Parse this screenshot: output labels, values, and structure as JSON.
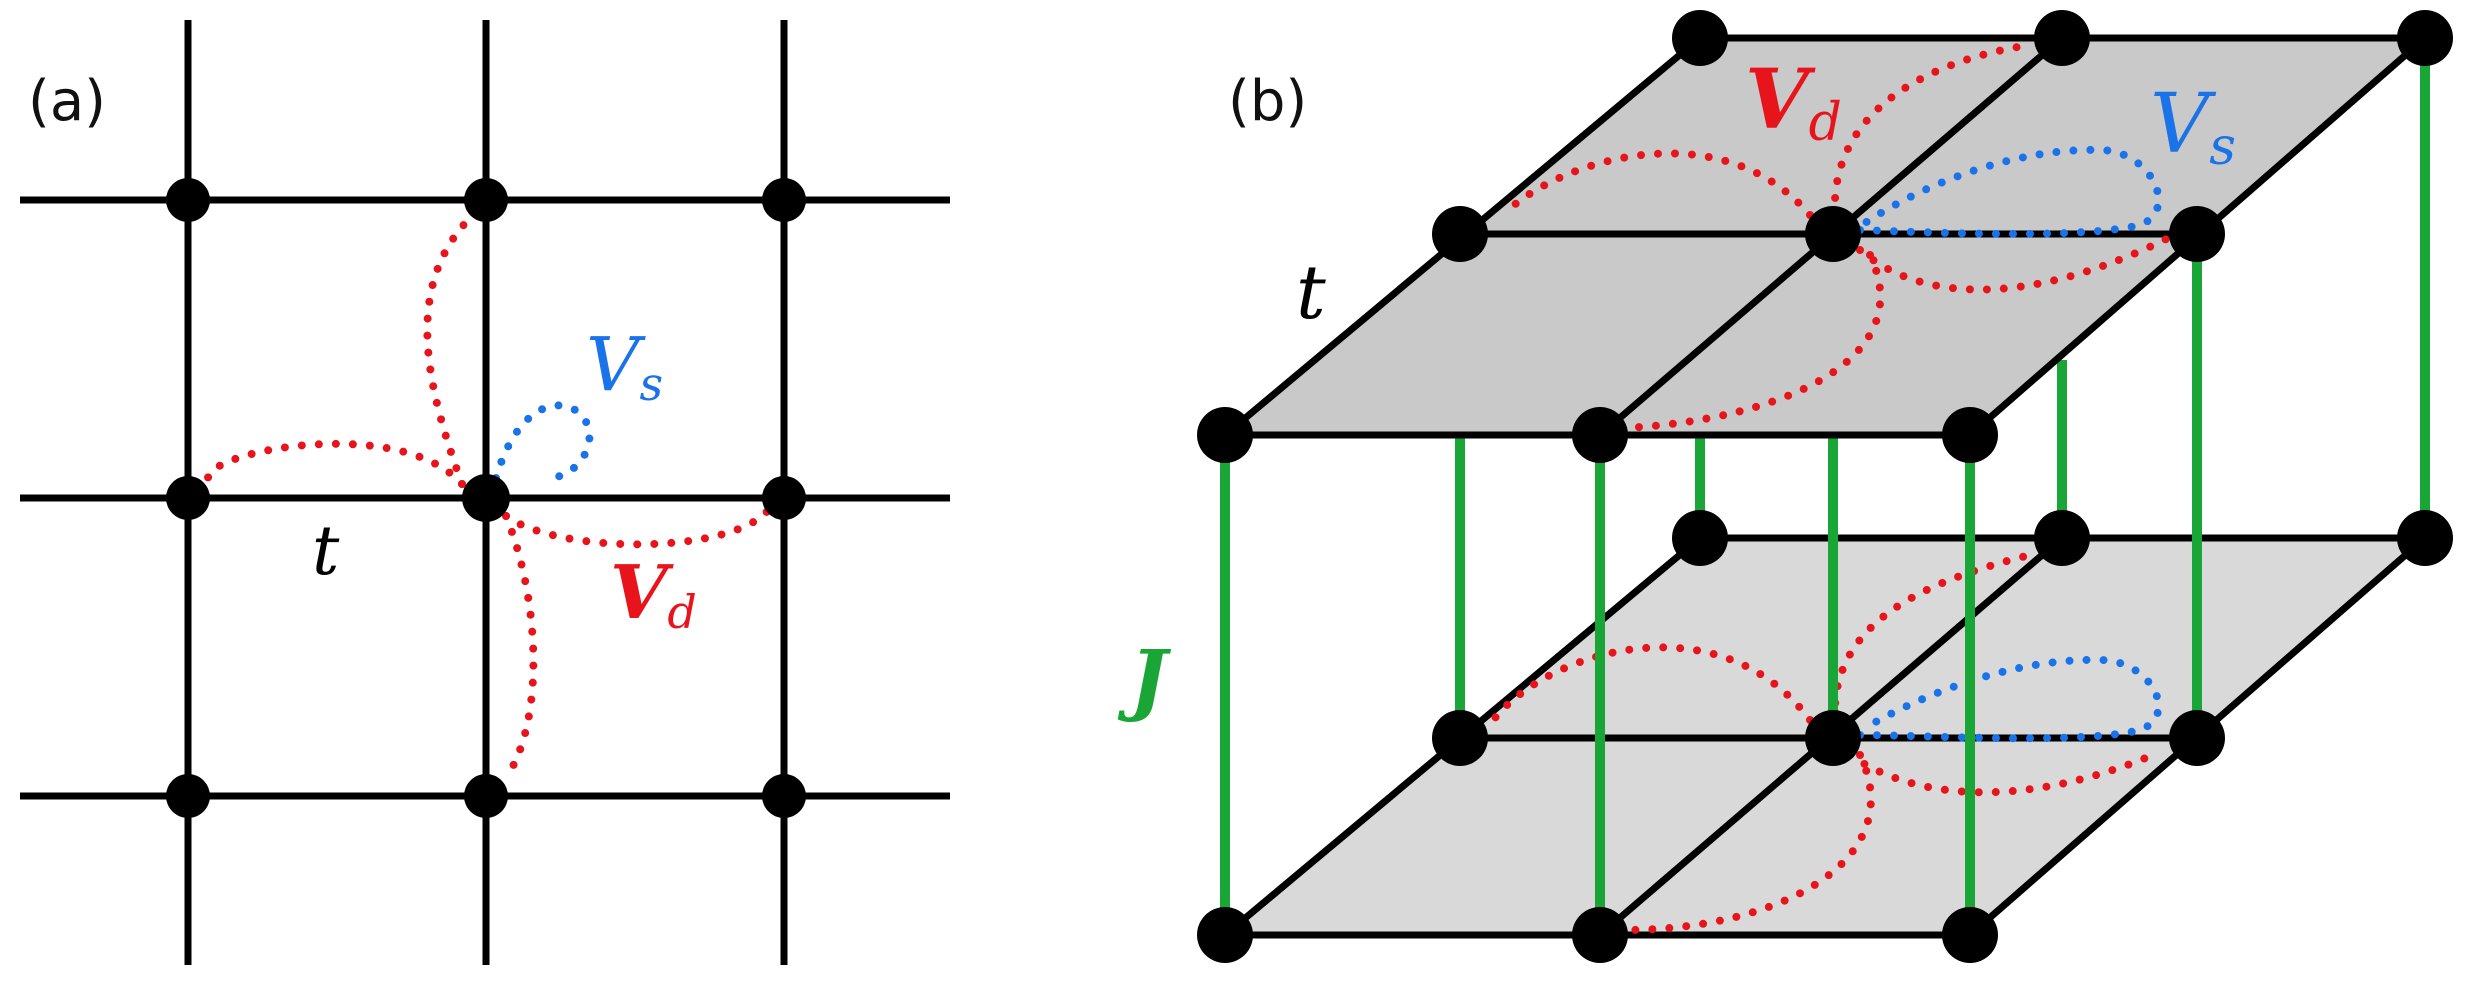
{
  "panel_a": {
    "label": "(a)",
    "hopping_label": "t",
    "vs_symbol": "V",
    "vs_subscript": "s",
    "vd_symbol": "V",
    "vd_subscript": "d"
  },
  "panel_b": {
    "label": "(b)",
    "hopping_label": "t",
    "interlayer_label": "J",
    "vs_symbol": "V",
    "vs_subscript": "s",
    "vd_symbol": "V",
    "vd_subscript": "d"
  },
  "colors": {
    "lattice": "#000000",
    "site": "#000000",
    "vs": "#1a73e8",
    "vd": "#e8141c",
    "interlayer": "#1aa637",
    "plaquette_top": "#c9c9c9",
    "plaquette_bottom": "#d9d9d9"
  }
}
